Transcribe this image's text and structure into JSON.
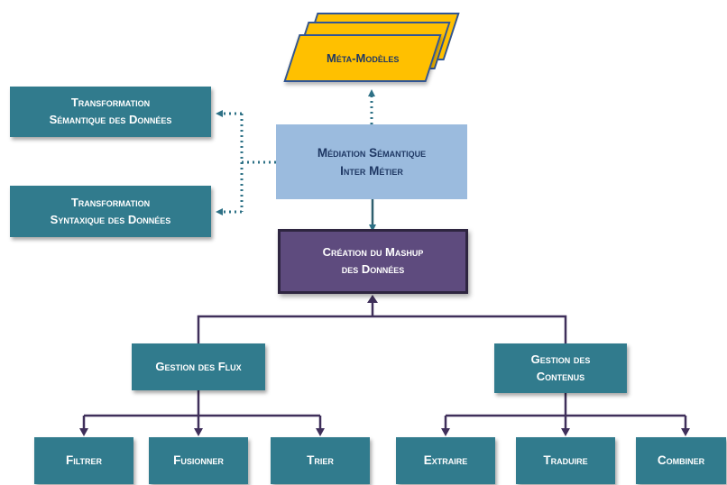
{
  "meta_models": {
    "label": "Méta-Modèles"
  },
  "transformation_semantique": {
    "line1": "Transformation",
    "line2": "Sémantique des Données"
  },
  "transformation_syntaxique": {
    "line1": "Transformation",
    "line2": "Syntaxique des Données"
  },
  "mediation": {
    "line1": "Médiation Sémantique",
    "line2": "Inter Métier"
  },
  "mashup": {
    "line1": "Création du Mashup",
    "line2": "des Données"
  },
  "gestion_flux": {
    "label": "Gestion des Flux"
  },
  "gestion_contenus": {
    "line1": "Gestion des",
    "line2": "Contenus"
  },
  "leaves": {
    "filtrer": "Filtrer",
    "fusionner": "Fusionner",
    "trier": "Trier",
    "extraire": "Extraire",
    "traduire": "Traduire",
    "combiner": "Combiner"
  },
  "colors": {
    "teal": "#317b8d",
    "meta_fill": "#ffc000",
    "meta_text": "#1f3864",
    "mediation_fill": "#9bbbde",
    "mashup_fill": "#5e4b7e",
    "tree_connector": "#3f2f5a",
    "dotted_connector": "#2e7186"
  }
}
